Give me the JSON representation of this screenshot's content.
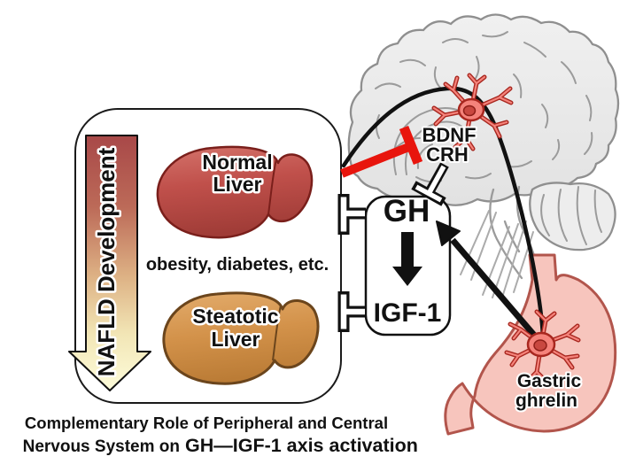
{
  "figure": {
    "caption": {
      "line1": "Complementary Role of Peripheral and Central",
      "line2_prefix": "Nervous System on",
      "line2_emphasis": "GH—IGF-1 axis activation"
    },
    "nafld_arrow_label": "NAFLD Development",
    "liver_panel": {
      "normal_liver_label_line1": "Normal",
      "normal_liver_label_line2": "Liver",
      "middle_text": "obesity, diabetes, etc.",
      "steatotic_liver_label_line1": "Steatotic",
      "steatotic_liver_label_line2": "Liver"
    },
    "axis_box": {
      "top": "GH",
      "bottom": "IGF-1"
    },
    "brain_labels": {
      "line1": "BDNF",
      "line2": "CRH"
    },
    "stomach_labels": {
      "line1": "Gastric",
      "line2": "ghrelin"
    },
    "colors": {
      "inhibition_red": "#e8150d",
      "normal_liver": "#c0504b",
      "steatotic_liver": "#d3924a",
      "stomach_pink": "#f7c5bd",
      "brain_gray": "#e9e9e9",
      "neuron_salmon": "#f5837b",
      "nafld_gradient_top": "#a84848",
      "nafld_gradient_bottom": "#fdfcda",
      "line_black": "#111111"
    }
  }
}
